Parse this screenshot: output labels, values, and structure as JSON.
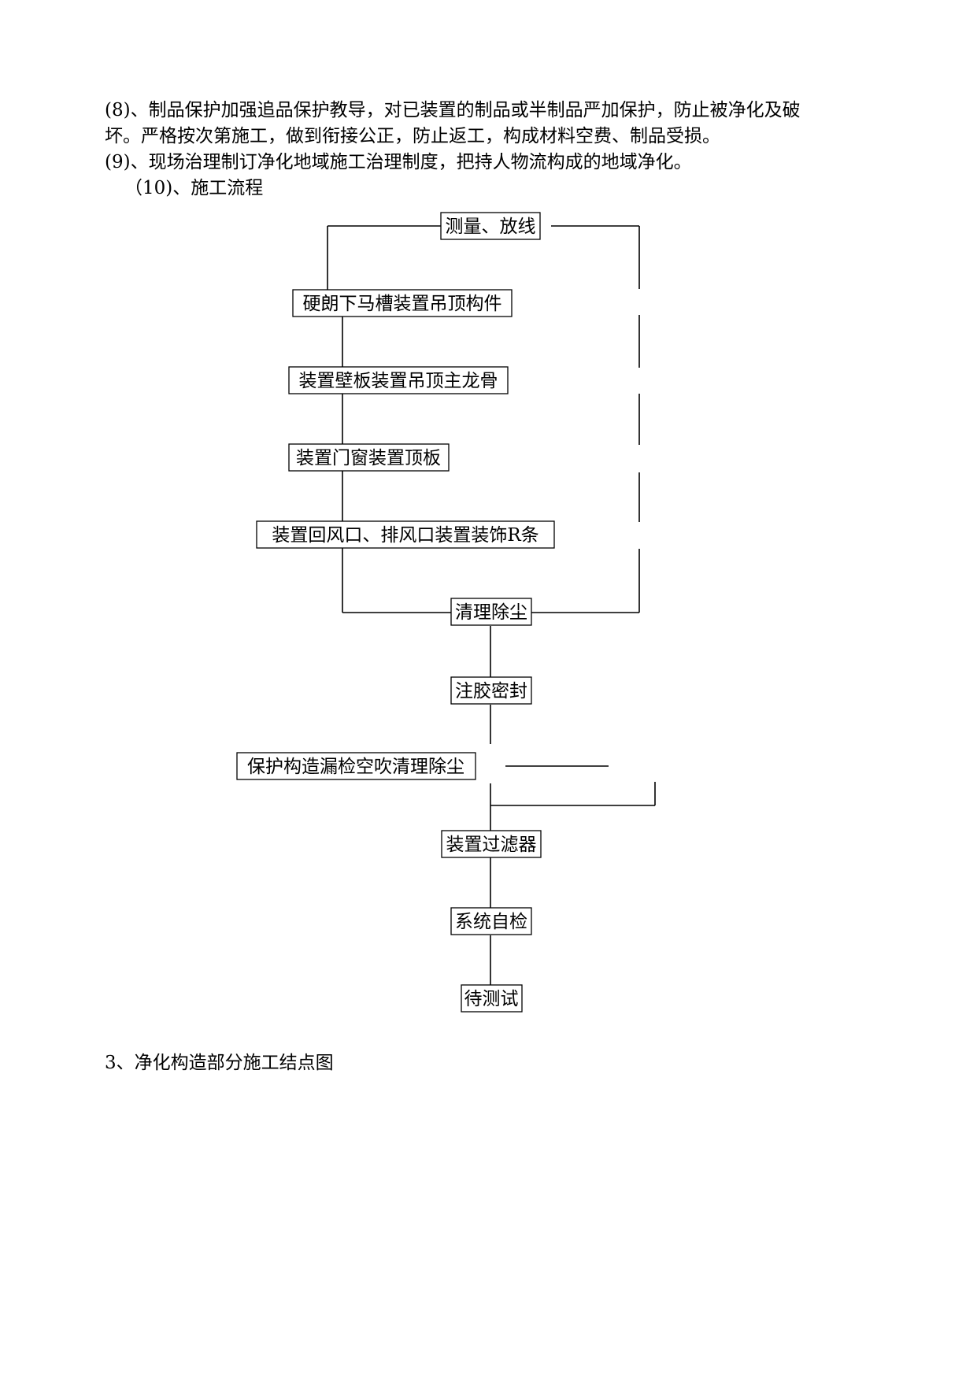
{
  "document": {
    "paragraphs": [
      "(8)、制品保护加强追品保护教导，对已装置的制品或半制品严加保护，防止被净化及破",
      "坏。严格按次第施工，做到衔接公正，防止返工，构成材料空费、制品受损。",
      "(9)、现场治理制订净化地域施工治理制度，把持人物流构成的地域净化。",
      "（10)、施工流程"
    ],
    "section_heading": "3、净化构造部分施工结点图"
  },
  "flowchart": {
    "nodes": [
      {
        "id": "n1",
        "label": "测量、放线"
      },
      {
        "id": "n2",
        "label": "硬朗下马槽装置吊顶构件"
      },
      {
        "id": "n3",
        "label": "装置壁板装置吊顶主龙骨"
      },
      {
        "id": "n4",
        "label": "装置门窗装置顶板"
      },
      {
        "id": "n5",
        "label": "装置回风口、排风口装置装饰R条"
      },
      {
        "id": "n6",
        "label": "清理除尘"
      },
      {
        "id": "n7",
        "label": "注胶密封"
      },
      {
        "id": "n8",
        "label": "保护构造漏检空吹清理除尘"
      },
      {
        "id": "n9",
        "label": "装置过滤器"
      },
      {
        "id": "n10",
        "label": "系统自检"
      },
      {
        "id": "n11",
        "label": "待测试"
      }
    ]
  }
}
